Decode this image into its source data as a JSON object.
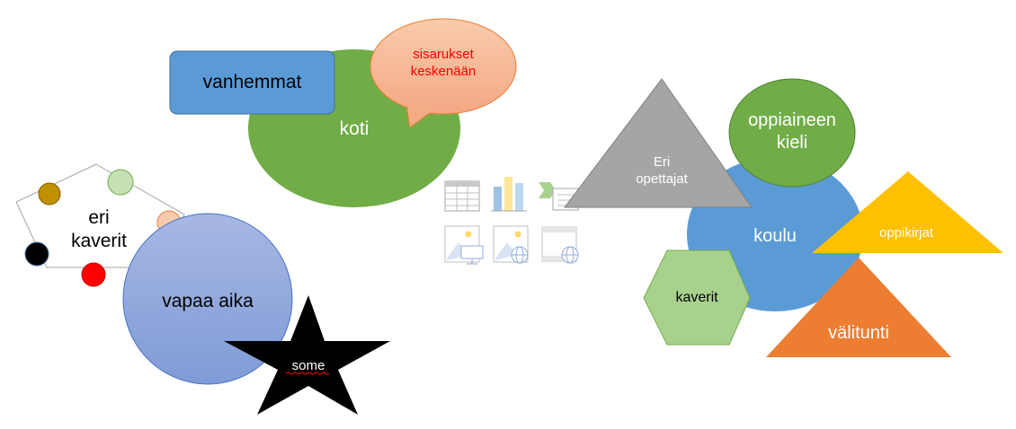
{
  "home": {
    "main": "koti",
    "parents": "vanhemmat",
    "siblings_line1": "sisarukset",
    "siblings_line2": "keskenään"
  },
  "friends": {
    "line1": "eri",
    "line2": "kaverit",
    "dot_colors": [
      "#bf9000",
      "#c6e0b4",
      "#f8cbad",
      "#000000",
      "#ff0000"
    ]
  },
  "free_time": {
    "main": "vapaa aika",
    "social": "some"
  },
  "school": {
    "main": "koulu",
    "teachers_line1": "Eri",
    "teachers_line2": "opettajat",
    "subject_language_line1": "oppiaineen",
    "subject_language_line2": "kieli",
    "textbooks": "oppikirjat",
    "friends": "kaverit",
    "recess": "välitunti"
  },
  "colors": {
    "green": "#70ad47",
    "blue": "#5b9bd5",
    "salmon": "#f4b183",
    "gray": "#a5a5a5",
    "yellow": "#ffc000",
    "orange": "#ed7d31",
    "light_green": "#a9d18e",
    "periwinkle": "#8faadc",
    "red_text": "#ff0000"
  },
  "placeholder_icons": [
    "table-icon",
    "chart-icon",
    "smartart-icon",
    "picture-icon",
    "online-picture-icon",
    "video-icon"
  ]
}
